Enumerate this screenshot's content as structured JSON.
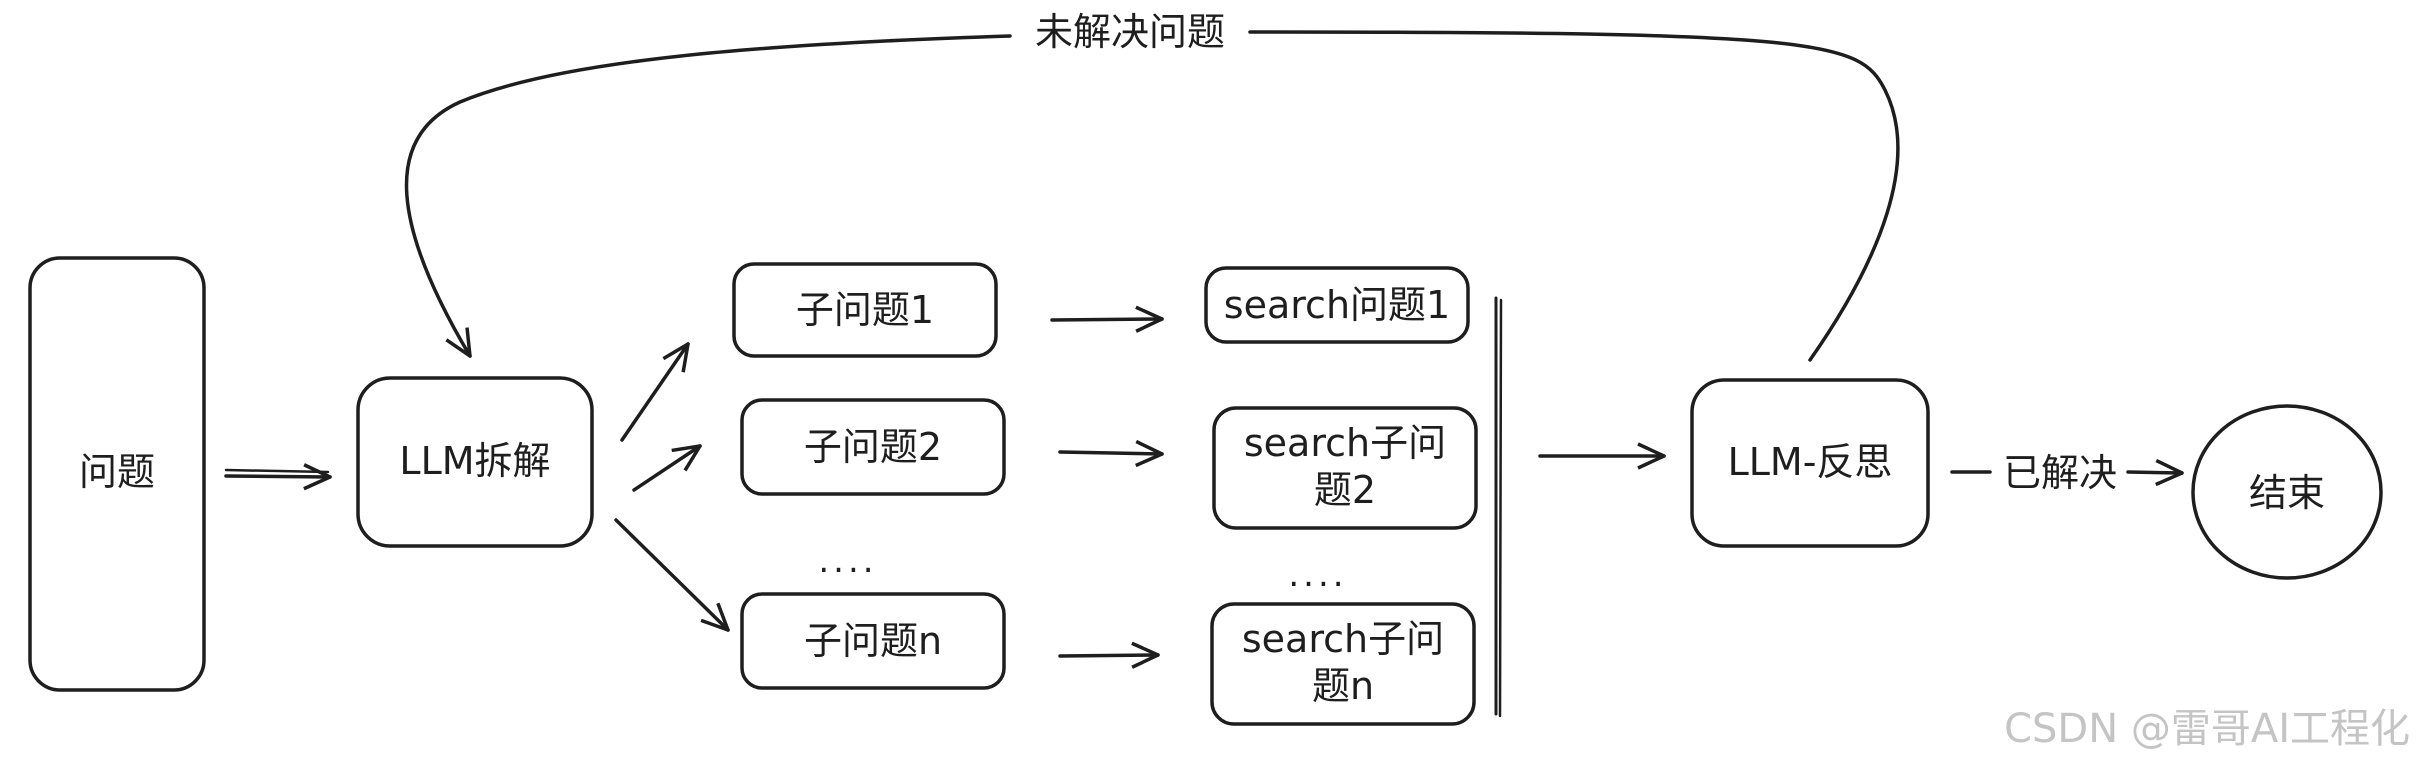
{
  "nodes": {
    "question": "问题",
    "decompose": "LLM拆解",
    "sub1": "子问题1",
    "sub2": "子问题2",
    "subn": "子问题n",
    "search1": "search问题1",
    "search2_line1": "search子问",
    "search2_line2": "题2",
    "searchn_line1": "search子问",
    "searchn_line2": "题n",
    "reflect": "LLM-反思",
    "end": "结束"
  },
  "edges": {
    "unresolved": "未解决问题",
    "resolved": "已解决"
  },
  "ellipsis": {
    "sub": "....",
    "search": "...."
  },
  "watermark": "CSDN @雷哥AI工程化"
}
